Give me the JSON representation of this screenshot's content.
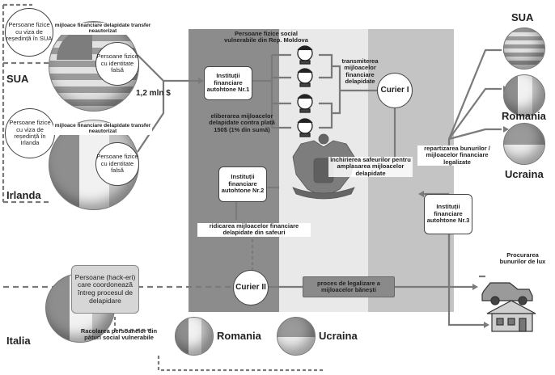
{
  "left_usa": {
    "country": "SUA",
    "persons_visa": "Persoane fizice cu viza de reședință în SUA",
    "transfer_label": "mijloace financiare delapidate transfer neautorizat",
    "persons_false_id": "Persoane fizice cu identitate falsă"
  },
  "left_irlanda": {
    "country": "Irlanda",
    "persons_visa": "Persoane fizice cu viza de reședință în Irlanda",
    "transfer_label": "mijloace financiare delapidate transfer neautorizat",
    "persons_false_id": "Persoane fizice cu identitate falsă"
  },
  "amount": "1,2 mln $",
  "inst1": "Instituții financiare autohtone Nr.1",
  "inst2": "Instituții financiare autohtone Nr.2",
  "inst3": "Instituții financiare autohtone Nr.3",
  "vulnerable_persons": "Persoane fizice social vulnerabile din Rep. Moldova",
  "release_label": "eliberarea mijloacelor delapidate contra plată 150$ (1% din sumă)",
  "transmission_label": "transmiterea mijloacelor financiare delapidate",
  "courier1": "Curier I",
  "courier2": "Curier II",
  "safe_rent_label": "închirierea safeurilor pentru amplasarea mijloacelor delapidate",
  "safe_withdraw_label": "ridicarea mijloacelor financiare delapidate din safeuri",
  "hackers": "Persoane (hack-eri) care coordonează întreg procesul de delapidare",
  "legalization": "proces de legalizare a mijloacelor bănești",
  "distribution": "repartizarea bunurilor / mijloacelor financiare legalizate",
  "luxury": "Procurarea bunurilor de lux",
  "recruitment": "Racolarea persoanelor din pături social vulnerabile",
  "countries": {
    "italia": "Italia",
    "romania_bottom": "Romania",
    "ucraina_bottom": "Ucraina",
    "sua_right": "SUA",
    "romania_right": "Romania",
    "ucraina_right": "Ucraina"
  },
  "colors": {
    "flag_band_dark": "#8c8c8c",
    "flag_band_mid": "#c8c8c8",
    "flag_band_light": "#e6e6e6",
    "line": "#7a7a7a"
  }
}
